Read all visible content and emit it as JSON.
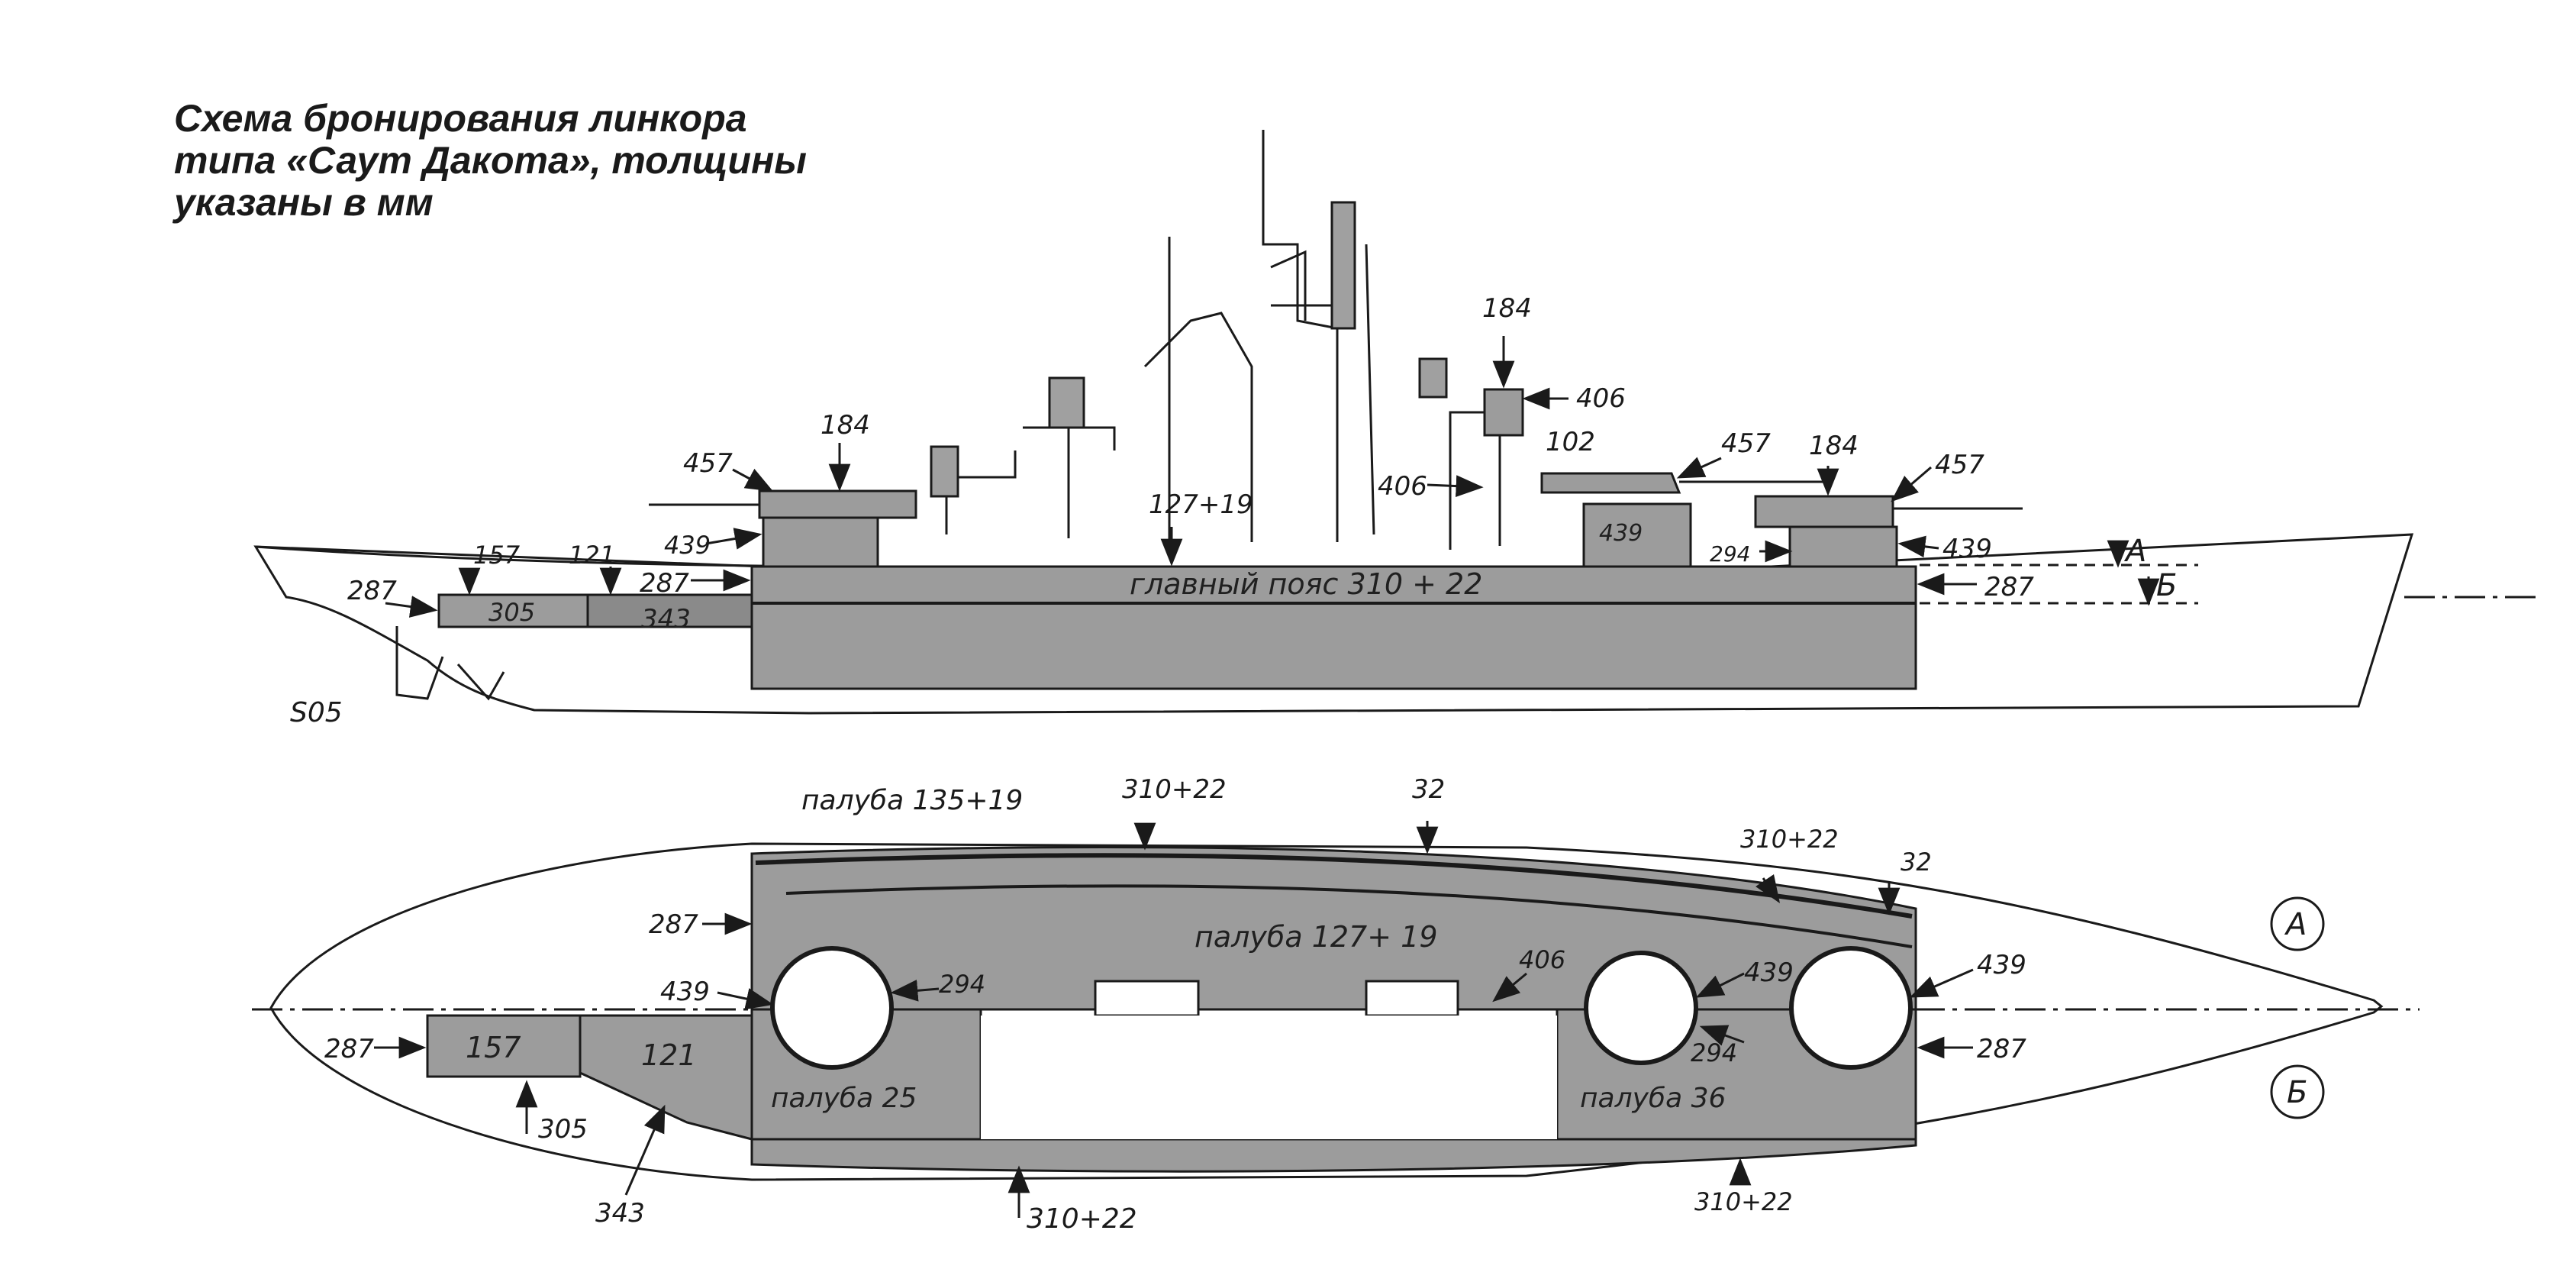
{
  "caption": {
    "line1": "Схема бронирования линкора",
    "line2": "типа «Саут Дакота», толщины",
    "line3": "указаны в мм"
  },
  "colors": {
    "armor": "#9c9c9c",
    "armor_dark": "#7d7d7d",
    "ink": "#1a1a1a"
  },
  "profile": {
    "drawing_number": "S05",
    "belt_label": "главный пояс 310 + 22",
    "fwd_block_label": "305",
    "fwd_block2_label": "343",
    "barbette_label": "439",
    "callouts": {
      "t157": "157",
      "t121": "121",
      "t287_left": "287",
      "t287_mid": "287",
      "t457_fwd": "457",
      "t184_fwd": "184",
      "t439_fwd": "439",
      "t127_19": "127+19",
      "t184_bridge": "184",
      "t406_right": "406",
      "t102": "102",
      "t406_left": "406",
      "t457_mid": "457",
      "t184_aft": "184",
      "t457_aft": "457",
      "t294": "294",
      "t439_aft": "439",
      "t287_right": "287",
      "section_a": "A",
      "section_b": "Б"
    }
  },
  "plan": {
    "deck_upper": "палуба 135+19",
    "deck_main": "палуба 127+ 19",
    "deck_fwd": "палуба 25",
    "deck_aft": "палуба 36",
    "block_157": "157",
    "block_121": "121",
    "callouts": {
      "t310_top": "310+22",
      "t32_top": "32",
      "t310_right": "310+22",
      "t32_right": "32",
      "t287_upper_left": "287",
      "t439_left": "439",
      "t294_left": "294",
      "t406": "406",
      "t439_mid": "439",
      "t439_right": "439",
      "t294_mid": "294",
      "t287_right": "287",
      "t287_lower_left": "287",
      "t305": "305",
      "t343": "343",
      "t310_bottom": "310+22",
      "t310_bottom_right": "310+22"
    },
    "section_a": "А",
    "section_b": "Б"
  }
}
